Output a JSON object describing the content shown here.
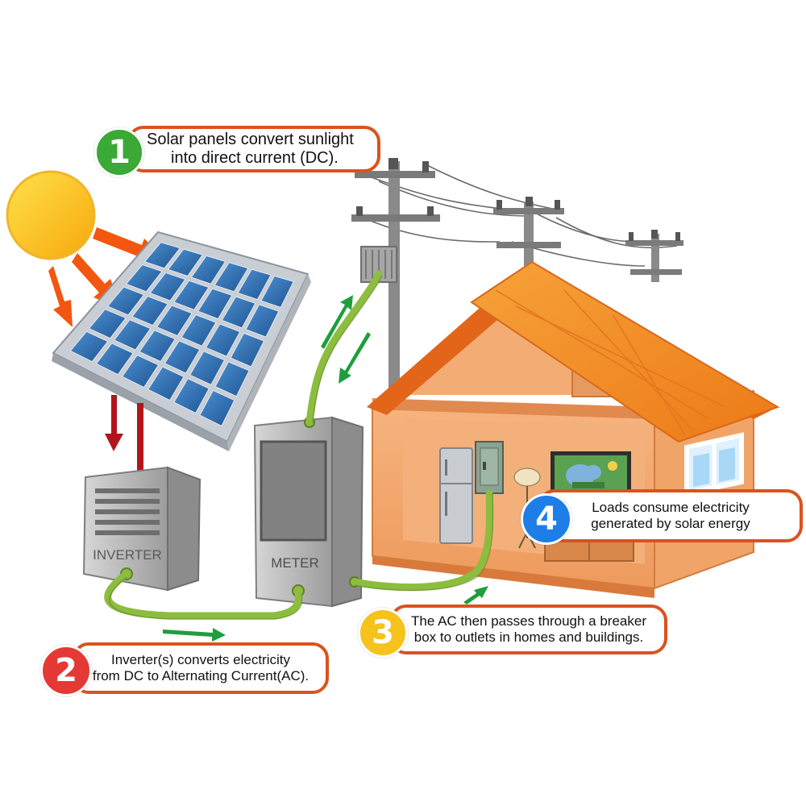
{
  "steps": [
    {
      "number": "1",
      "lines": [
        "Solar panels convert sunlight",
        "into direct current (DC)."
      ],
      "color": "#3aa935"
    },
    {
      "number": "2",
      "lines": [
        "Inverter(s) converts electricity",
        "from DC to Alternating Current(AC)."
      ],
      "color": "#e53935"
    },
    {
      "number": "3",
      "lines": [
        "The AC then passes through a breaker",
        "box to outlets in homes and buildings."
      ],
      "color": "#f6c21c"
    },
    {
      "number": "4",
      "lines": [
        "Loads consume electricity",
        "generated by solar energy"
      ],
      "color": "#1e7ee8"
    }
  ],
  "devices": {
    "inverter_label": "INVERTER",
    "meter_label": "METER"
  },
  "colors": {
    "callout_border": "#d9531e",
    "wire": "#8dbd3e",
    "flow_arrow": "#1e9e3c",
    "dc_arrow": "#b3141b",
    "sun_ray": "#f2560f",
    "roof": "#f08a24",
    "wall": "#f2a66b",
    "panel_cell": "#2f6fb1"
  }
}
